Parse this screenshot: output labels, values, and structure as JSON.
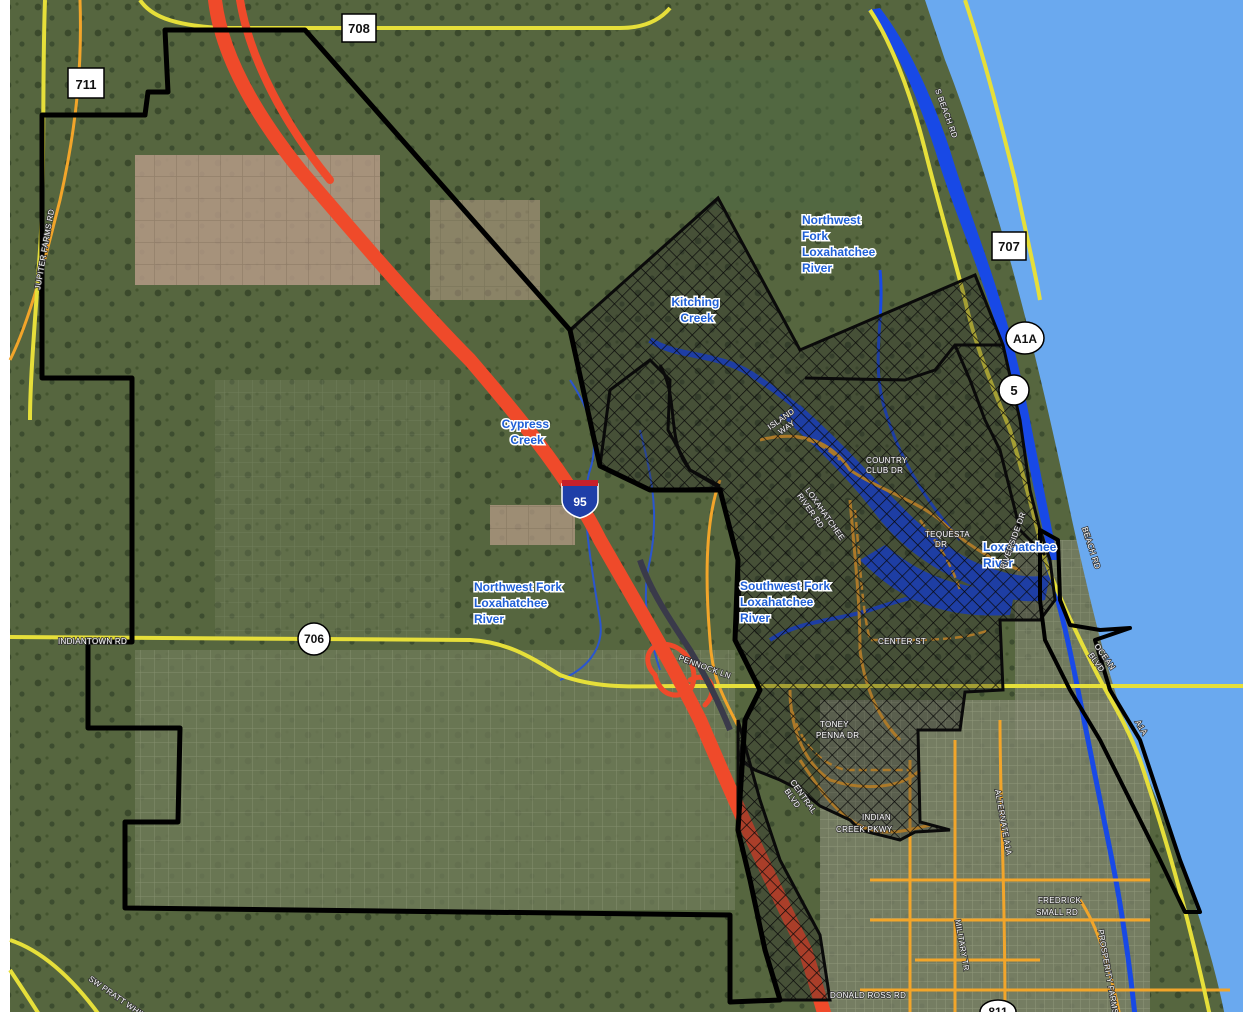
{
  "colors": {
    "ocean": "#6aa9ef",
    "land": "#5a6a45",
    "interstate": "#ef4a2a",
    "highway": "#e6df3a",
    "local_road": "#f2a52a",
    "river": "#1849e6",
    "boundary": "#000000",
    "water_label": "#1f5fd6"
  },
  "shields": {
    "s708": "708",
    "s711": "711",
    "s707": "707",
    "a1a": "A1A",
    "s5": "5",
    "s706": "706",
    "i95": "95",
    "s811": "811"
  },
  "water_labels": {
    "nw_fork_north": [
      "Northwest",
      "Fork",
      "Loxahatchee",
      "River"
    ],
    "kitching": [
      "Kitching",
      "Creek"
    ],
    "cypress": [
      "Cypress",
      "Creek"
    ],
    "nw_fork_south": [
      "Northwest Fork",
      "Loxahatchee",
      "River"
    ],
    "sw_fork": [
      "Southwest Fork",
      "Loxahatchee",
      "River"
    ],
    "loxahatchee": [
      "Loxahatchee",
      "River"
    ]
  },
  "road_labels": {
    "indiantown": "INDIANTOWN RD",
    "island_way": [
      "ISLAND",
      "WAY"
    ],
    "country_club": [
      "COUNTRY",
      "CLUB DR"
    ],
    "loxahatchee_river_rd": [
      "LOXAHATCHEE",
      "RIVER RD"
    ],
    "tequesta": [
      "TEQUESTA",
      "DR"
    ],
    "center_st": "CENTER ST",
    "toney_penna": [
      "TONEY",
      "PENNA DR"
    ],
    "indian_creek": [
      "INDIAN",
      "CREEK PKWY"
    ],
    "frederick": [
      "FREDRICK",
      "SMALL RD"
    ],
    "donald_ross": "DONALD ROSS RD",
    "beach_rd": "BEACH RD",
    "ocean_blvd": [
      "OCEAN",
      "BLVD"
    ],
    "a1a_lbl": "A1A",
    "central_blvd": [
      "CENTRAL",
      "BLVD"
    ],
    "alternate": "ALTERNATE A1A",
    "military": "MILITARY TR",
    "jupiter_farms": "JUPITER FARMS RD",
    "pennock": "PENNOCK LN",
    "riverside": "RIVERSIDE DR",
    "sw_pratt": "SW PRATT WHITNEY RD",
    "s_beach": "S BEACH RD",
    "prosperity": "PROSPERITY FARMS RD"
  }
}
